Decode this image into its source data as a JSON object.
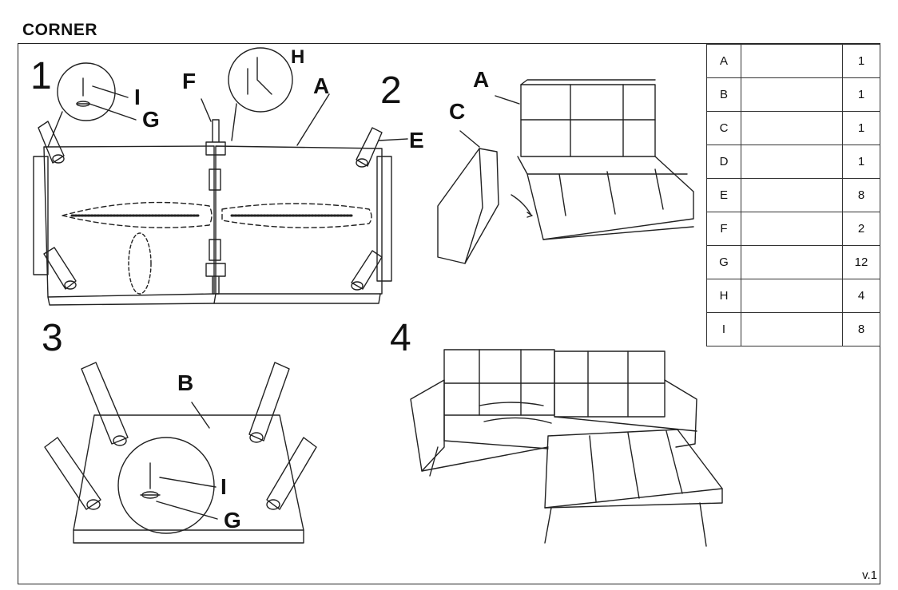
{
  "title": "CORNER",
  "version": "v.1",
  "steps": [
    "1",
    "2",
    "3",
    "4"
  ],
  "callouts": {
    "step1": [
      "F",
      "H",
      "A",
      "I",
      "G",
      "E"
    ],
    "step2": [
      "A",
      "C"
    ],
    "step3": [
      "B",
      "I",
      "G"
    ]
  },
  "parts": [
    {
      "letter": "A",
      "icon": "sofa-back-icon",
      "qty": "1"
    },
    {
      "letter": "B",
      "icon": "ottoman-icon",
      "qty": "1"
    },
    {
      "letter": "C",
      "icon": "armrest-icon",
      "qty": "1"
    },
    {
      "letter": "D",
      "icon": "armrest-icon",
      "qty": "1"
    },
    {
      "letter": "E",
      "icon": "leg-icon",
      "qty": "8"
    },
    {
      "letter": "F",
      "icon": "bracket-icon",
      "qty": "2"
    },
    {
      "letter": "G",
      "icon": "washer-icon",
      "qty": "12"
    },
    {
      "letter": "H",
      "icon": "short-screw-icon",
      "qty": "4"
    },
    {
      "letter": "I",
      "icon": "long-screw-icon",
      "qty": "8"
    }
  ]
}
